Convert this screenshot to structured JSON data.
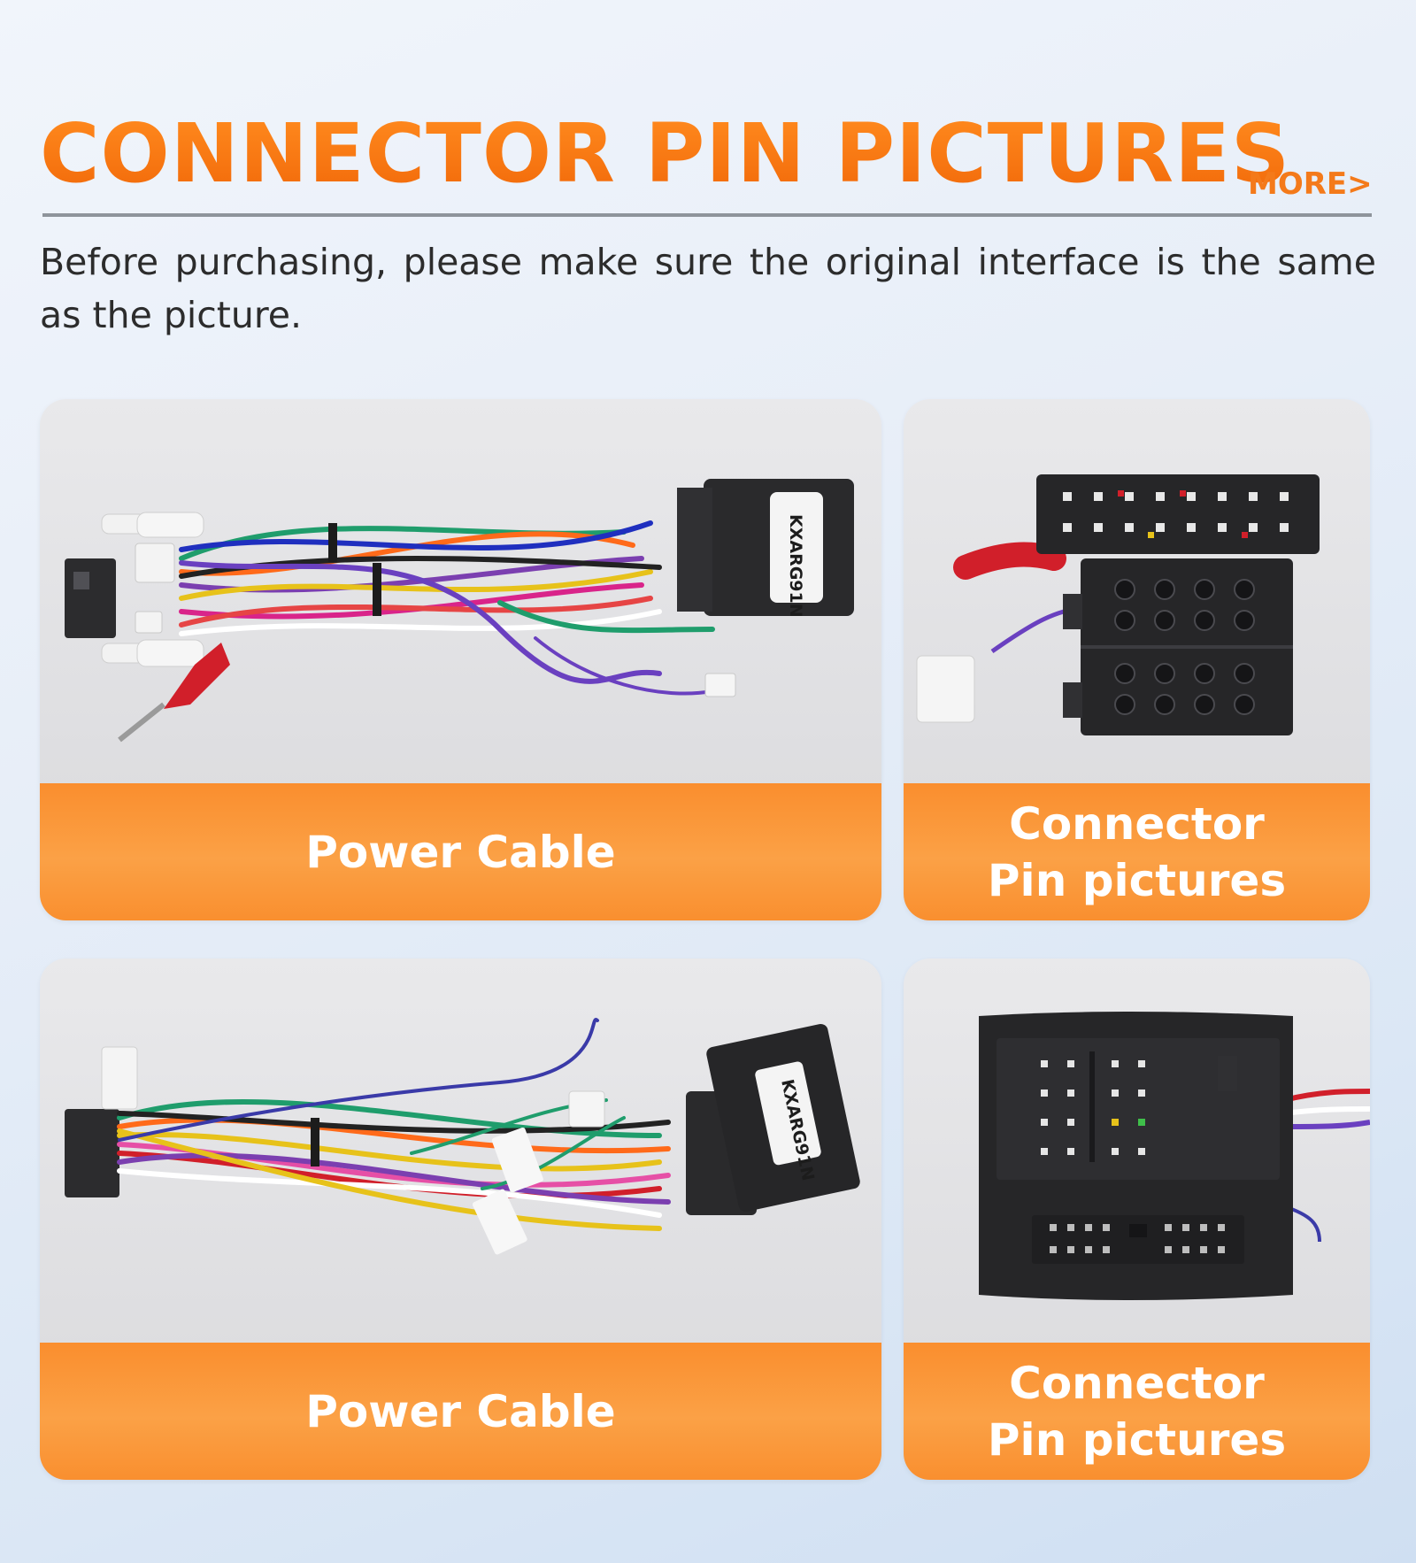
{
  "header": {
    "title": "CONNECTOR PIN PICTURES",
    "more_link": "MORE>",
    "subtitle": "Before purchasing, please make sure the original interface is the same as the picture."
  },
  "cards": [
    {
      "label": "Power Cable",
      "connector_tag": "KXARG91N"
    },
    {
      "label": "Connector\nPin pictures"
    },
    {
      "label": "Power Cable",
      "connector_tag": "KXARG91N"
    },
    {
      "label": "Connector\nPin pictures"
    }
  ],
  "colors": {
    "accent": "#f26a0a",
    "label_bg": "#fba146",
    "text": "#2c2c2c",
    "connector": "#2a2a2c"
  }
}
